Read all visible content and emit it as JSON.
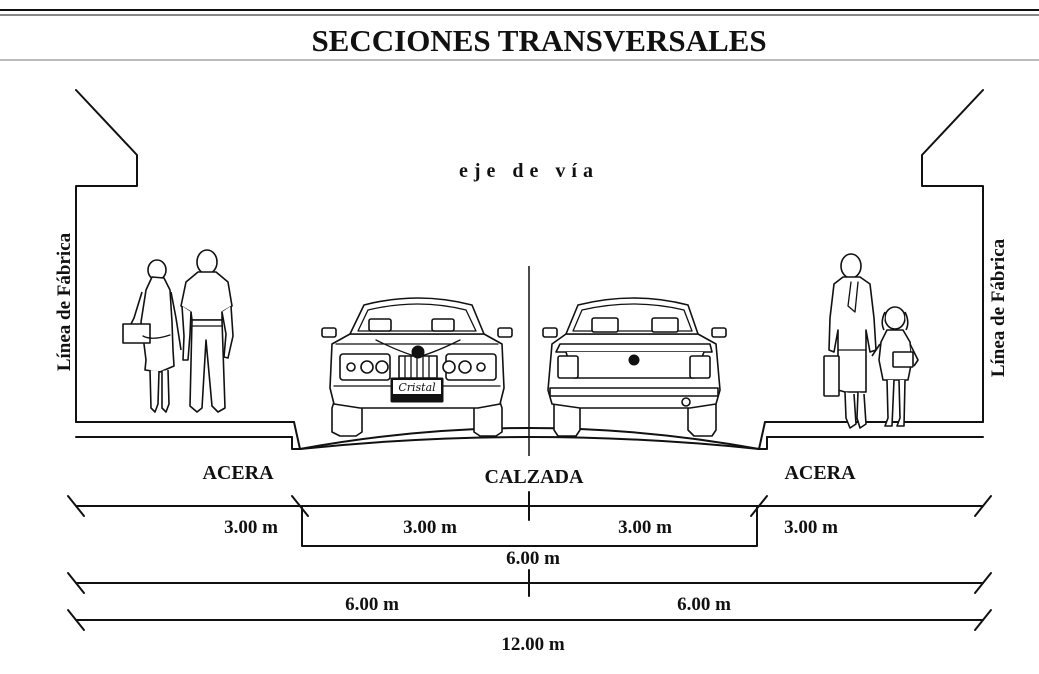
{
  "title": "SECCIONES TRANSVERSALES",
  "axis_label": "eje de vía",
  "building_line_left": "Línea de Fábrica",
  "building_line_right": "Línea de Fábrica",
  "zones": {
    "sidewalk_left": "ACERA",
    "roadway": "CALZADA",
    "sidewalk_right": "ACERA"
  },
  "plate_text": "Cristal",
  "dimensions": {
    "sidewalk_left": "3.00 m",
    "lane_left": "3.00 m",
    "lane_right": "3.00 m",
    "sidewalk_right": "3.00 m",
    "roadway_total": "6.00 m",
    "half_left": "6.00 m",
    "half_right": "6.00 m",
    "total": "12.00 m"
  }
}
